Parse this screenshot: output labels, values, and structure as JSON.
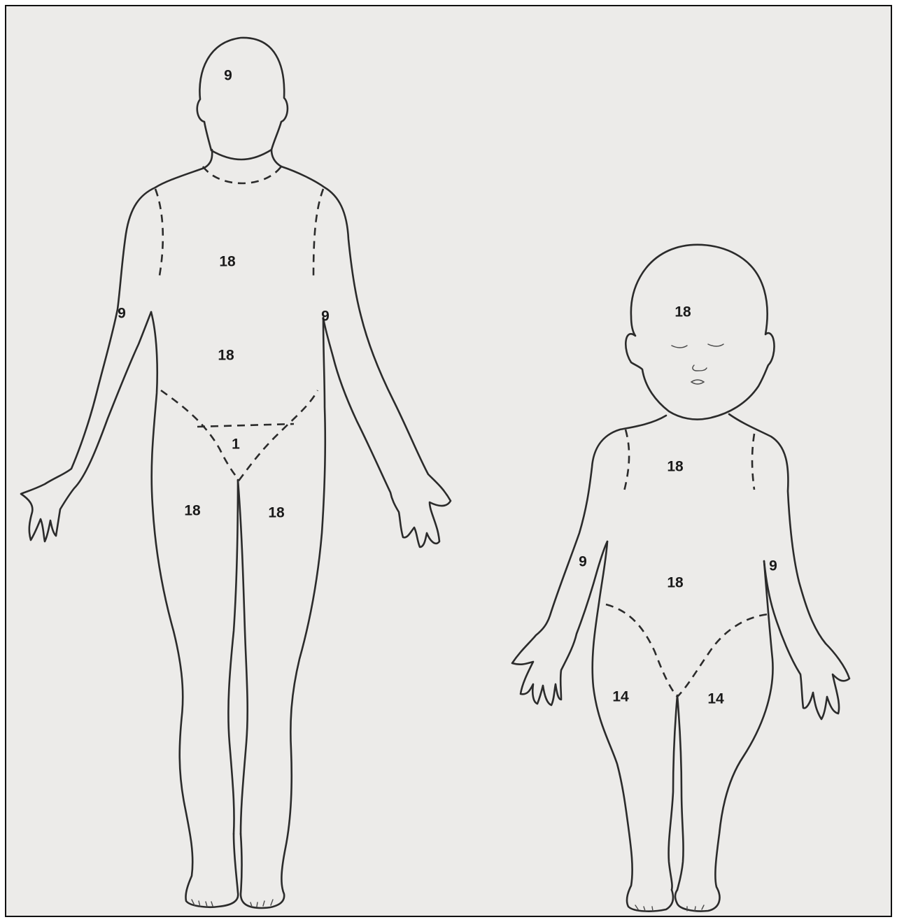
{
  "adult": {
    "head": "9",
    "right_arm": "9",
    "left_arm": "9",
    "chest": "18",
    "abdomen": "18",
    "perineum": "1",
    "right_leg": "18",
    "left_leg": "18"
  },
  "child": {
    "head": "18",
    "chest": "18",
    "abdomen": "18",
    "right_arm": "9",
    "left_arm": "9",
    "right_leg": "14",
    "left_leg": "14"
  }
}
